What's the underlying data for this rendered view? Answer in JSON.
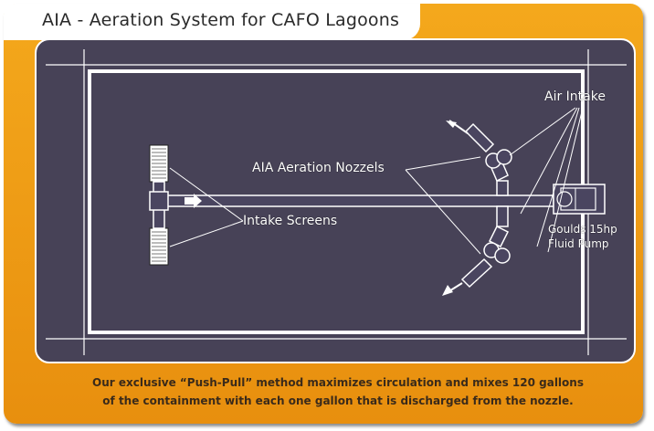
{
  "title": "AIA - Aeration System for CAFO Lagoons",
  "labels": {
    "air_intake": "Air Intake",
    "nozzles": "AIA Aeration Nozzels",
    "intake_screens": "Intake Screens",
    "pump_line1": "Goulds 15hp",
    "pump_line2": "Fluid Pump"
  },
  "caption": {
    "line1": "Our exclusive “Push-Pull” method maximizes circulation and mixes 120 gallons",
    "line2": "of the containment with each one gallon that is discharged from the nozzle."
  },
  "colors": {
    "frame_orange": "#f0a018",
    "diagram_bg": "#474257",
    "line_white": "#ffffff"
  }
}
